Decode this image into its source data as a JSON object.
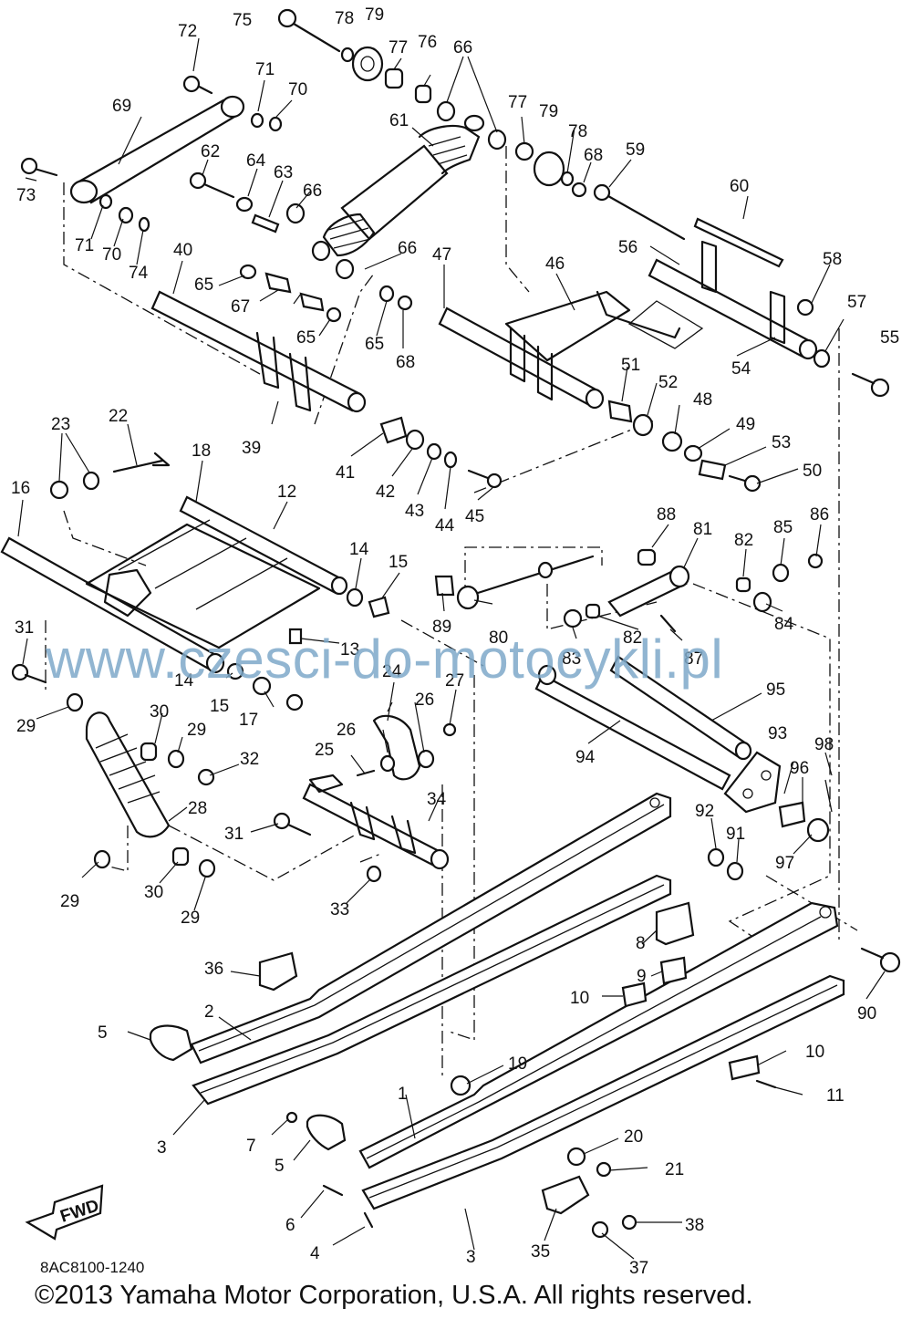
{
  "diagram_code": "8AC8100-1240",
  "copyright": "©2013 Yamaha Motor Corporation, U.S.A. All rights reserved.",
  "watermark": "www.czesci-do-motocykli.pl",
  "fwd_label": "FWD",
  "colors": {
    "line": "#111111",
    "watermark": "#7ea9c9",
    "background": "#ffffff"
  },
  "callouts": [
    {
      "id": "c75",
      "label": "75"
    },
    {
      "id": "c78a",
      "label": "78"
    },
    {
      "id": "c79a",
      "label": "79"
    },
    {
      "id": "c72",
      "label": "72"
    },
    {
      "id": "c77a",
      "label": "77"
    },
    {
      "id": "c76",
      "label": "76"
    },
    {
      "id": "c66a",
      "label": "66"
    },
    {
      "id": "c71a",
      "label": "71"
    },
    {
      "id": "c70a",
      "label": "70"
    },
    {
      "id": "c69",
      "label": "69"
    },
    {
      "id": "c61",
      "label": "61"
    },
    {
      "id": "c77b",
      "label": "77"
    },
    {
      "id": "c79b",
      "label": "79"
    },
    {
      "id": "c78b",
      "label": "78"
    },
    {
      "id": "c68a",
      "label": "68"
    },
    {
      "id": "c59",
      "label": "59"
    },
    {
      "id": "c73",
      "label": "73"
    },
    {
      "id": "c62",
      "label": "62"
    },
    {
      "id": "c64",
      "label": "64"
    },
    {
      "id": "c63",
      "label": "63"
    },
    {
      "id": "c66b",
      "label": "66"
    },
    {
      "id": "c60",
      "label": "60"
    },
    {
      "id": "c71b",
      "label": "71"
    },
    {
      "id": "c70b",
      "label": "70"
    },
    {
      "id": "c74",
      "label": "74"
    },
    {
      "id": "c40",
      "label": "40"
    },
    {
      "id": "c66c",
      "label": "66"
    },
    {
      "id": "c47",
      "label": "47"
    },
    {
      "id": "c56",
      "label": "56"
    },
    {
      "id": "c46",
      "label": "46"
    },
    {
      "id": "c58",
      "label": "58"
    },
    {
      "id": "c65a",
      "label": "65"
    },
    {
      "id": "c67",
      "label": "67"
    },
    {
      "id": "c57",
      "label": "57"
    },
    {
      "id": "c65b",
      "label": "65"
    },
    {
      "id": "c65c",
      "label": "65"
    },
    {
      "id": "c68b",
      "label": "68"
    },
    {
      "id": "c55",
      "label": "55"
    },
    {
      "id": "c54",
      "label": "54"
    },
    {
      "id": "c51",
      "label": "51"
    },
    {
      "id": "c52",
      "label": "52"
    },
    {
      "id": "c48",
      "label": "48"
    },
    {
      "id": "c49",
      "label": "49"
    },
    {
      "id": "c39",
      "label": "39"
    },
    {
      "id": "c53",
      "label": "53"
    },
    {
      "id": "c23",
      "label": "23"
    },
    {
      "id": "c22",
      "label": "22"
    },
    {
      "id": "c41",
      "label": "41"
    },
    {
      "id": "c42",
      "label": "42"
    },
    {
      "id": "c43",
      "label": "43"
    },
    {
      "id": "c44",
      "label": "44"
    },
    {
      "id": "c45",
      "label": "45"
    },
    {
      "id": "c50",
      "label": "50"
    },
    {
      "id": "c18",
      "label": "18"
    },
    {
      "id": "c16",
      "label": "16"
    },
    {
      "id": "c12",
      "label": "12"
    },
    {
      "id": "c88",
      "label": "88"
    },
    {
      "id": "c81",
      "label": "81"
    },
    {
      "id": "c82a",
      "label": "82"
    },
    {
      "id": "c85",
      "label": "85"
    },
    {
      "id": "c86",
      "label": "86"
    },
    {
      "id": "c14a",
      "label": "14"
    },
    {
      "id": "c15a",
      "label": "15"
    },
    {
      "id": "c84",
      "label": "84"
    },
    {
      "id": "c31a",
      "label": "31"
    },
    {
      "id": "c89",
      "label": "89"
    },
    {
      "id": "c80",
      "label": "80"
    },
    {
      "id": "c82b",
      "label": "82"
    },
    {
      "id": "c13",
      "label": "13"
    },
    {
      "id": "c83",
      "label": "83"
    },
    {
      "id": "c87",
      "label": "87"
    },
    {
      "id": "c14b",
      "label": "14"
    },
    {
      "id": "c24",
      "label": "24"
    },
    {
      "id": "c27",
      "label": "27"
    },
    {
      "id": "c15b",
      "label": "15"
    },
    {
      "id": "c95",
      "label": "95"
    },
    {
      "id": "c29a",
      "label": "29"
    },
    {
      "id": "c17",
      "label": "17"
    },
    {
      "id": "c30a",
      "label": "30"
    },
    {
      "id": "c26a",
      "label": "26"
    },
    {
      "id": "c29b",
      "label": "29"
    },
    {
      "id": "c26b",
      "label": "26"
    },
    {
      "id": "c93",
      "label": "93"
    },
    {
      "id": "c98",
      "label": "98"
    },
    {
      "id": "c32",
      "label": "32"
    },
    {
      "id": "c94",
      "label": "94"
    },
    {
      "id": "c25",
      "label": "25"
    },
    {
      "id": "c96",
      "label": "96"
    },
    {
      "id": "c28",
      "label": "28"
    },
    {
      "id": "c34",
      "label": "34"
    },
    {
      "id": "c92",
      "label": "92"
    },
    {
      "id": "c91",
      "label": "91"
    },
    {
      "id": "c31b",
      "label": "31"
    },
    {
      "id": "c97",
      "label": "97"
    },
    {
      "id": "c29c",
      "label": "29"
    },
    {
      "id": "c30b",
      "label": "30"
    },
    {
      "id": "c29d",
      "label": "29"
    },
    {
      "id": "c33",
      "label": "33"
    },
    {
      "id": "c8",
      "label": "8"
    },
    {
      "id": "c36",
      "label": "36"
    },
    {
      "id": "c9",
      "label": "9"
    },
    {
      "id": "c90",
      "label": "90"
    },
    {
      "id": "c10a",
      "label": "10"
    },
    {
      "id": "c2",
      "label": "2"
    },
    {
      "id": "c5a",
      "label": "5"
    },
    {
      "id": "c10b",
      "label": "10"
    },
    {
      "id": "c19",
      "label": "19"
    },
    {
      "id": "c11",
      "label": "11"
    },
    {
      "id": "c1",
      "label": "1"
    },
    {
      "id": "c3a",
      "label": "3"
    },
    {
      "id": "c7",
      "label": "7"
    },
    {
      "id": "c20",
      "label": "20"
    },
    {
      "id": "c5b",
      "label": "5"
    },
    {
      "id": "c21",
      "label": "21"
    },
    {
      "id": "c6",
      "label": "6"
    },
    {
      "id": "c38",
      "label": "38"
    },
    {
      "id": "c4",
      "label": "4"
    },
    {
      "id": "c3b",
      "label": "3"
    },
    {
      "id": "c35",
      "label": "35"
    },
    {
      "id": "c37",
      "label": "37"
    }
  ]
}
